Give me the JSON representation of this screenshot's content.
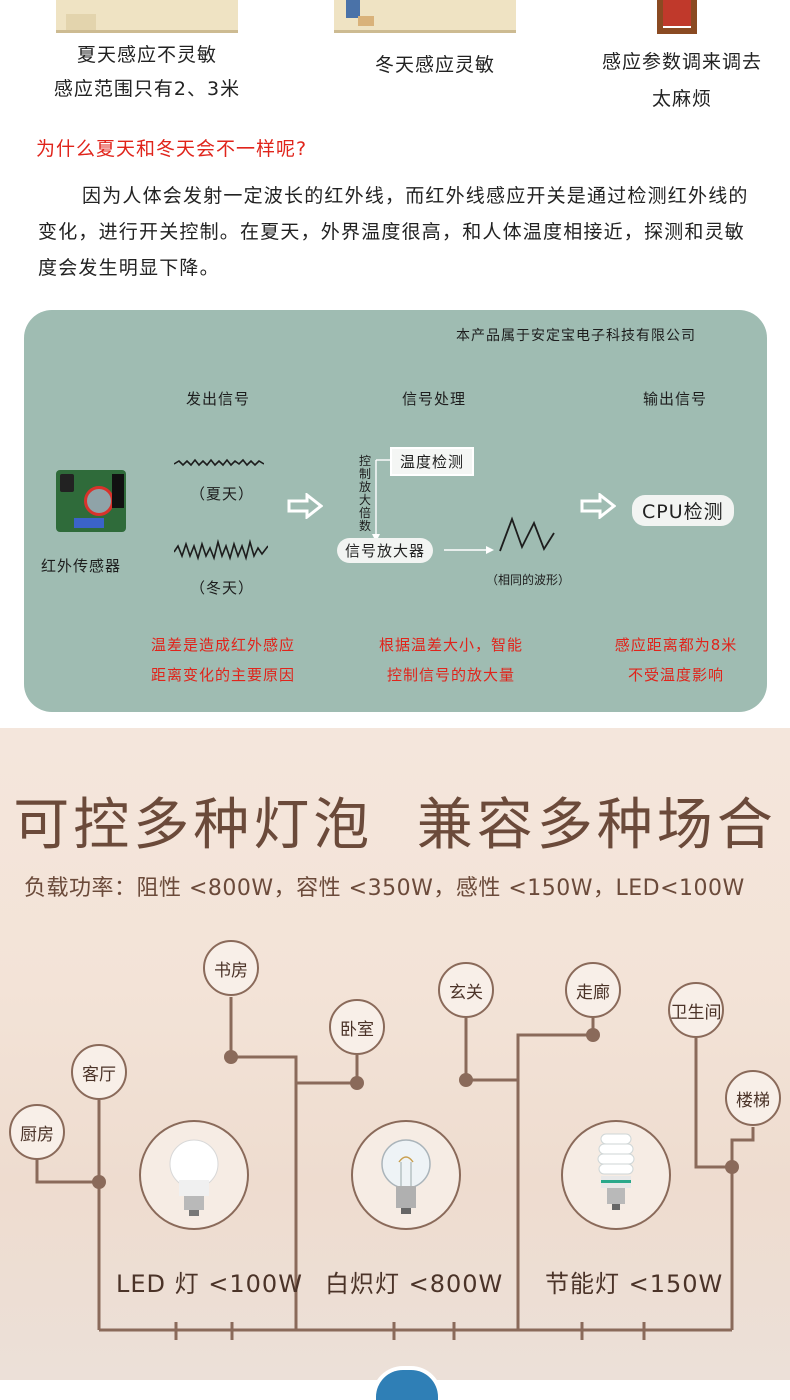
{
  "top_captions": {
    "summer_line1": "夏天感应不灵敏",
    "summer_line2": "感应范围只有2、3米",
    "winter": "冬天感应灵敏",
    "params_line1": "感应参数调来调去",
    "params_line2": "太麻烦"
  },
  "question": "为什么夏天和冬天会不一样呢?",
  "paragraph": "因为人体会发射一定波长的红外线，而红外线感应开关是通过检测红外线的变化，进行开关控制。在夏天，外界温度很高，和人体温度相接近，探测和灵敏度会发生明显下降。",
  "panel": {
    "company": "本产品属于安定宝电子科技有限公司",
    "col_titles": [
      "发出信号",
      "信号处理",
      "输出信号"
    ],
    "sensor_label": "红外传感器",
    "summer_tag": "（夏天）",
    "winter_tag": "（冬天）",
    "temp_detect": "温度检测",
    "amp_vertical": "控制放大倍数",
    "amplifier": "信号放大器",
    "same_wave": "（相同的波形）",
    "cpu": "CPU检测",
    "notes": [
      {
        "line1": "温差是造成红外感应",
        "line2": "距离变化的主要原因"
      },
      {
        "line1": "根据温差大小，智能",
        "line2": "控制信号的放大量"
      },
      {
        "line1": "感应距离都为8米",
        "line2": "不受温度影响"
      }
    ],
    "colors": {
      "bg": "#9fbcb2",
      "note": "#e0241b"
    }
  },
  "headline": "可控多种灯泡  兼容多种场合",
  "load_text": "负载功率：阻性 <800W，容性 <350W，感性 <150W，LED<100W",
  "rooms": [
    "厨房",
    "客厅",
    "书房",
    "卧室",
    "玄关",
    "走廊",
    "卫生间",
    "楼梯"
  ],
  "bulbs": [
    "LED 灯 <100W",
    "白炽灯 <800W",
    "节能灯 <150W"
  ],
  "bulb_icons": [
    "led-bulb-icon",
    "incandescent-bulb-icon",
    "cfl-bulb-icon"
  ]
}
